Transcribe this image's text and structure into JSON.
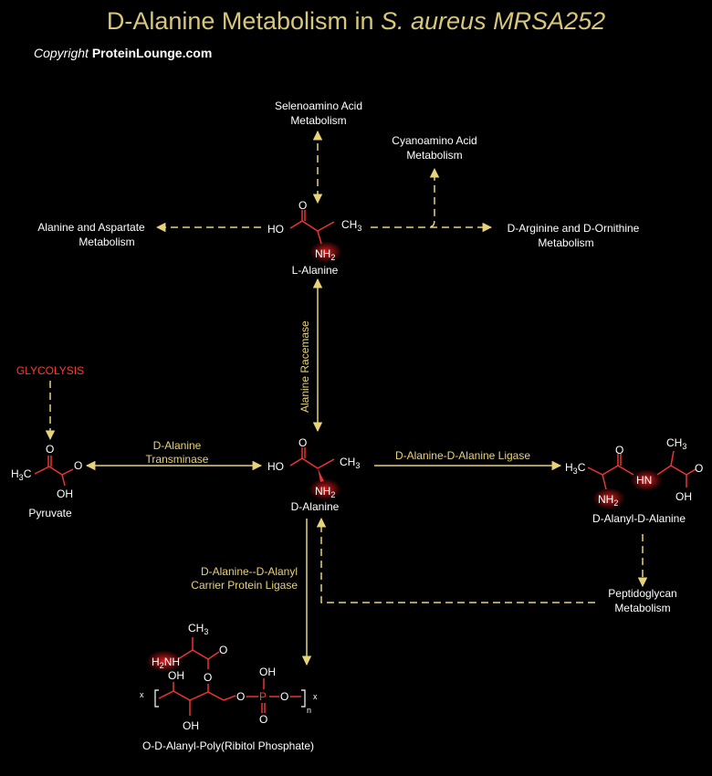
{
  "title": {
    "main": "D-Alanine Metabolism in ",
    "organism": "S. aureus MRSA252"
  },
  "copyright": {
    "prefix": "Copyright ",
    "owner": "ProteinLounge.com"
  },
  "pathways": {
    "selenoamino_1": "Selenoamino Acid",
    "selenoamino_2": "Metabolism",
    "cyanoamino_1": "Cyanoamino Acid",
    "cyanoamino_2": "Metabolism",
    "alanine_aspartate_1": "Alanine and Aspartate",
    "alanine_aspartate_2": "Metabolism",
    "arginine_ornithine_1": "D-Arginine and D-Ornithine",
    "arginine_ornithine_2": "Metabolism",
    "glycolysis": "GLYCOLYSIS",
    "peptidoglycan_1": "Peptidoglycan",
    "peptidoglycan_2": "Metabolism"
  },
  "compounds": {
    "l_alanine": "L-Alanine",
    "d_alanine": "D-Alanine",
    "pyruvate": "Pyruvate",
    "d_alanyl_d_alanine": "D-Alanyl-D-Alanine",
    "poly_ribitol": "O-D-Alanyl-Poly(Ribitol Phosphate)"
  },
  "enzymes": {
    "racemase": "Alanine Racemase",
    "transaminase_1": "D-Alanine",
    "transaminase_2": "Transminase",
    "ligase": "D-Alanine-D-Alanine Ligase",
    "carrier_ligase_1": "D-Alanine--D-Alanyl",
    "carrier_ligase_2": "Carrier Protein Ligase"
  },
  "atoms": {
    "O": "O",
    "HO": "HO",
    "OH": "OH",
    "C": "C",
    "H": "H",
    "H3": "3",
    "NH": "NH",
    "N2": "2",
    "HN": "HN",
    "P": "P",
    "x": "x",
    "n": "n"
  },
  "colors": {
    "accent": "#e8d27a",
    "red": "#ff3b30",
    "background": "#000000",
    "text": "#ffffff"
  }
}
